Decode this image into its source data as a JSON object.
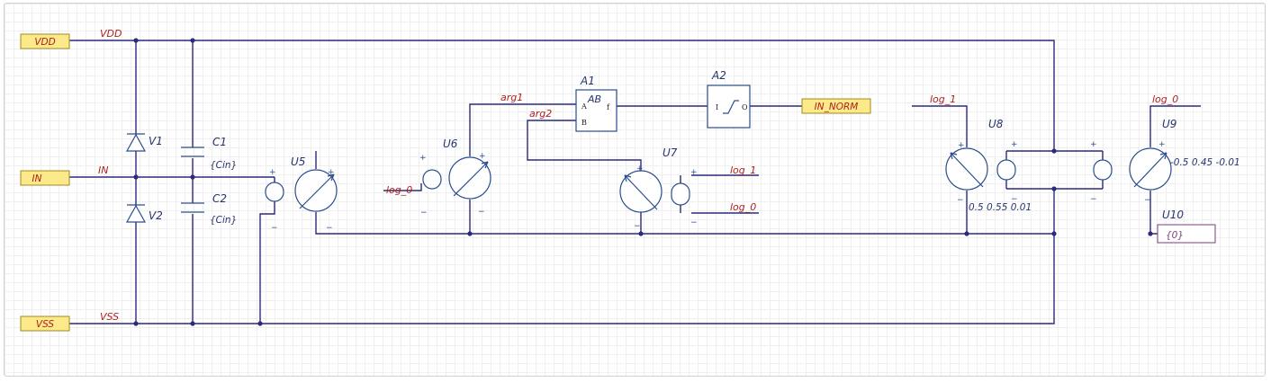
{
  "ports": {
    "vdd": "VDD",
    "in": "IN",
    "vss": "VSS",
    "in_norm": "IN_NORM"
  },
  "nets": {
    "vdd": "VDD",
    "in": "IN",
    "vss": "VSS",
    "arg1": "arg1",
    "arg2": "arg2",
    "log0_u6": "log_0",
    "log1_u7": "log_1",
    "log0_u7": "log_0",
    "log1_u8": "log_1",
    "log0_u9": "log_0"
  },
  "components": {
    "v1": "V1",
    "v2": "V2",
    "c1": "C1",
    "c1_value": "{Cin}",
    "c2": "C2",
    "c2_value": "{Cin}",
    "u5": "U5",
    "u6": "U6",
    "u7": "U7",
    "u8": "U8",
    "u8_params": "0.5 0.55 0.01",
    "u9": "U9",
    "u9_params": "-0.5 0.45 -0.01",
    "u10": "U10",
    "u10_value": "{0}",
    "a1": "A1",
    "a1_func": "AB",
    "a1_func_sub": "f",
    "a1_pin_a": "A",
    "a1_pin_b": "B",
    "a2": "A2",
    "a2_pin_i": "I",
    "a2_pin_o": "O"
  },
  "signs": {
    "plus": "+",
    "minus": "−"
  },
  "colors": {
    "wire": "#2d2a7a",
    "component": "#2a4e8e",
    "net_label": "#b02020",
    "port_fill": "#fbe98a"
  }
}
